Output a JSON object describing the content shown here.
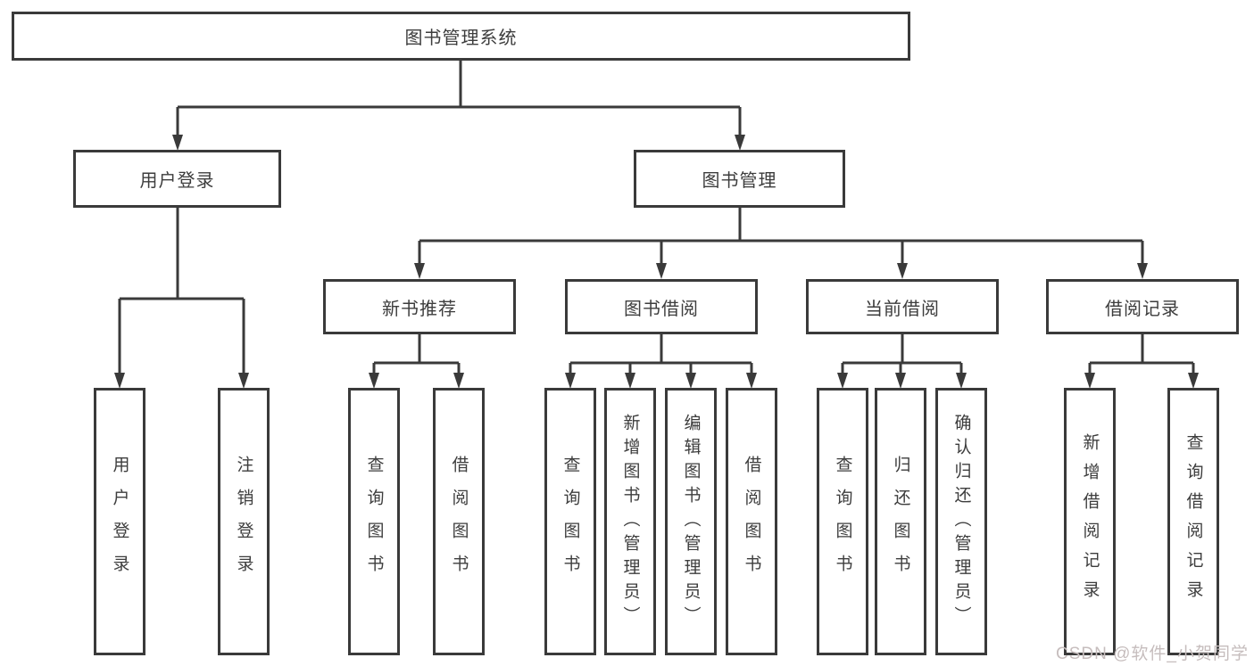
{
  "diagram": {
    "type": "tree",
    "colors": {
      "line": "#3a3a3a",
      "box_border": "#3a3a3a",
      "text": "#3d3d3d",
      "background": "#ffffff",
      "watermark": "#c6bdbd"
    },
    "nodes": {
      "root": {
        "label": "图书管理系统"
      },
      "level2": [
        {
          "id": "user-login",
          "label": "用户登录"
        },
        {
          "id": "book-management",
          "label": "图书管理"
        }
      ],
      "level3": [
        {
          "id": "new-book-recommend",
          "label": "新书推荐",
          "parent": "图书管理"
        },
        {
          "id": "book-borrow",
          "label": "图书借阅",
          "parent": "图书管理"
        },
        {
          "id": "current-borrow",
          "label": "当前借阅",
          "parent": "图书管理"
        },
        {
          "id": "borrow-records",
          "label": "借阅记录",
          "parent": "图书管理"
        }
      ],
      "leaves": [
        {
          "label": "用户登录",
          "parent": "用户登录"
        },
        {
          "label": "注销登录",
          "parent": "用户登录"
        },
        {
          "label": "查询图书",
          "parent": "新书推荐"
        },
        {
          "label": "借阅图书",
          "parent": "新书推荐"
        },
        {
          "label": "查询图书",
          "parent": "图书借阅"
        },
        {
          "label": "新增图书（管理员）",
          "parent": "图书借阅"
        },
        {
          "label": "编辑图书（管理员）",
          "parent": "图书借阅"
        },
        {
          "label": "借阅图书",
          "parent": "图书借阅"
        },
        {
          "label": "查询图书",
          "parent": "当前借阅"
        },
        {
          "label": "归还图书",
          "parent": "当前借阅"
        },
        {
          "label": "确认归还（管理员）",
          "parent": "当前借阅"
        },
        {
          "label": "新增借阅记录",
          "parent": "借阅记录"
        },
        {
          "label": "查询借阅记录",
          "parent": "借阅记录"
        }
      ]
    },
    "watermark": "CSDN @软件_小贺同学"
  }
}
